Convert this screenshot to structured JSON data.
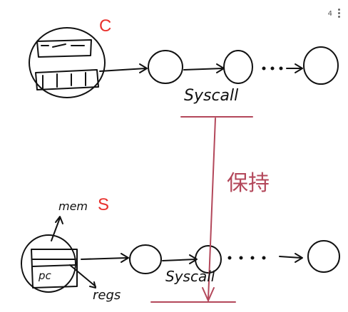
{
  "page": {
    "number": "4"
  },
  "labels": {
    "top": "C",
    "bottom": "S"
  },
  "colors": {
    "label": "#e8302c",
    "ink": "#111111",
    "annotation": "#b3475a"
  },
  "icons": {
    "menu": "kebab-menu-icon"
  },
  "top_chain": {
    "syscall_label": "Syscall",
    "ellipsis": "· · ·"
  },
  "bottom_chain": {
    "syscall_label": "Syscall",
    "ellipsis": "· · · ·"
  },
  "annotations": {
    "mem": "mem",
    "regs": "regs",
    "pc": "pc",
    "chinese": "保持"
  }
}
